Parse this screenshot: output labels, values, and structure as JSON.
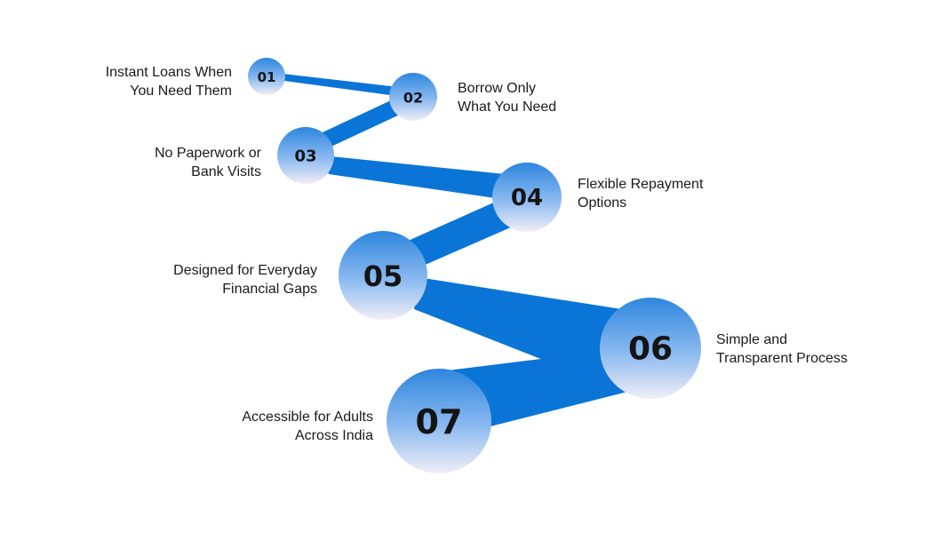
{
  "steps": [
    {
      "number": "01",
      "line1": "Instant Loans When",
      "line2": "You Need Them"
    },
    {
      "number": "02",
      "line1": "Borrow Only",
      "line2": "What You Need"
    },
    {
      "number": "03",
      "line1": "No Paperwork or",
      "line2": "Bank Visits"
    },
    {
      "number": "04",
      "line1": "Flexible Repayment",
      "line2": "Options"
    },
    {
      "number": "05",
      "line1": "Designed for Everyday",
      "line2": "Financial Gaps"
    },
    {
      "number": "06",
      "line1": "Simple and",
      "line2": "Transparent Process"
    },
    {
      "number": "07",
      "line1": "Accessible for Adults",
      "line2": "Across India"
    }
  ],
  "colors": {
    "connector": "#0a75d6",
    "circle_top": "#2e86de",
    "circle_mid": "#8bbaf0",
    "circle_bottom": "#f1eef6",
    "number_text": "#141414",
    "label_text": "#1a1a1a"
  }
}
